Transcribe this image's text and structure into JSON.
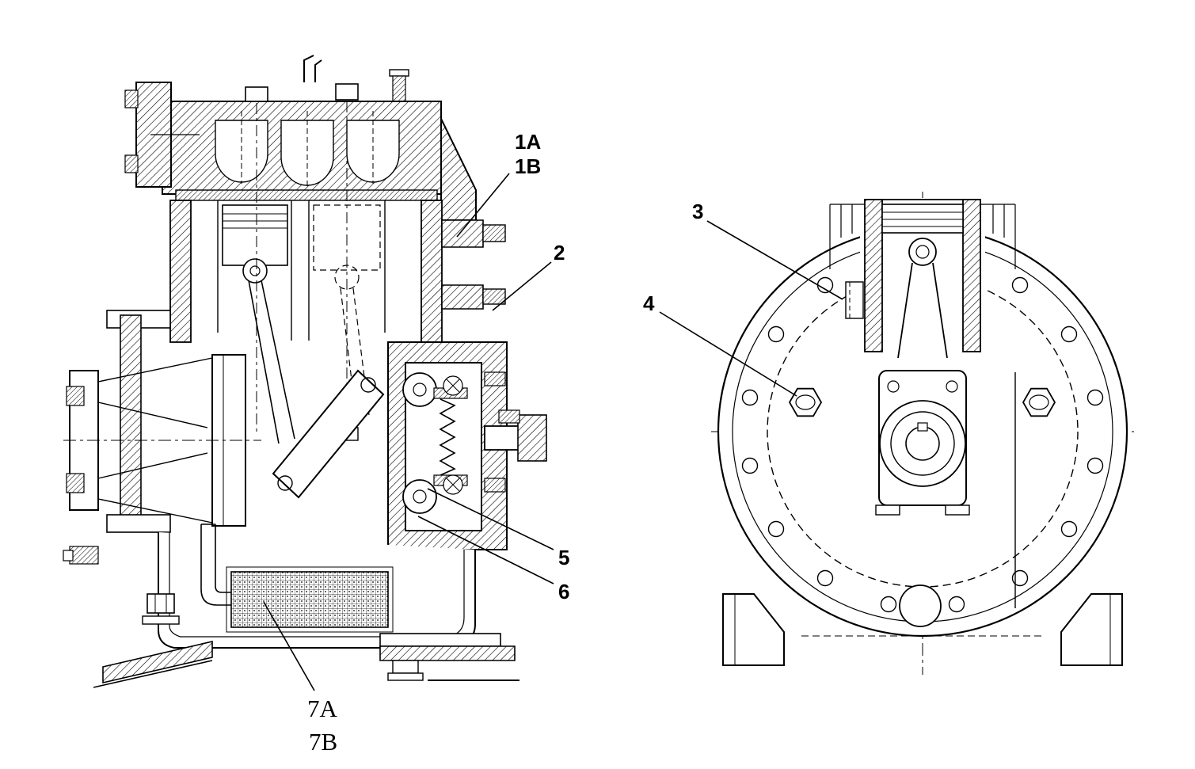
{
  "diagram": {
    "background_color": "#ffffff",
    "line_color": "#000000",
    "views": [
      {
        "name": "side-section-view"
      },
      {
        "name": "end-view"
      }
    ],
    "callouts": [
      {
        "id": "1A",
        "label": "1A"
      },
      {
        "id": "1B",
        "label": "1B"
      },
      {
        "id": "2",
        "label": "2"
      },
      {
        "id": "3",
        "label": "3"
      },
      {
        "id": "4",
        "label": "4"
      },
      {
        "id": "5",
        "label": "5"
      },
      {
        "id": "6",
        "label": "6"
      },
      {
        "id": "7A",
        "label": "7A"
      },
      {
        "id": "7B",
        "label": "7B"
      }
    ]
  }
}
